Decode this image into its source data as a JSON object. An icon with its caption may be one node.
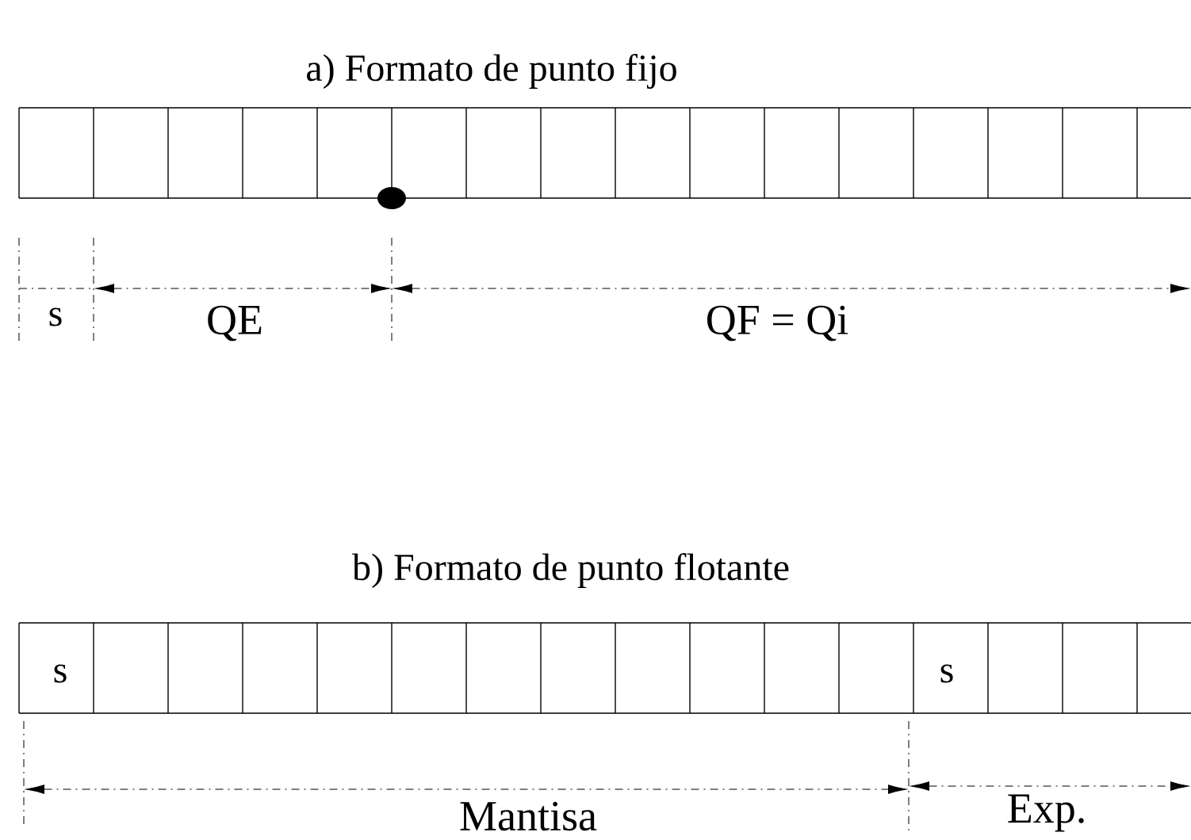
{
  "diagram": {
    "labels": [
      "a)   Formato de punto fijo",
      "s",
      "QE",
      "QF = Qi",
      "b)   Formato de punto flotante",
      "s",
      "s",
      "Mantisa",
      "Exp."
    ]
  }
}
